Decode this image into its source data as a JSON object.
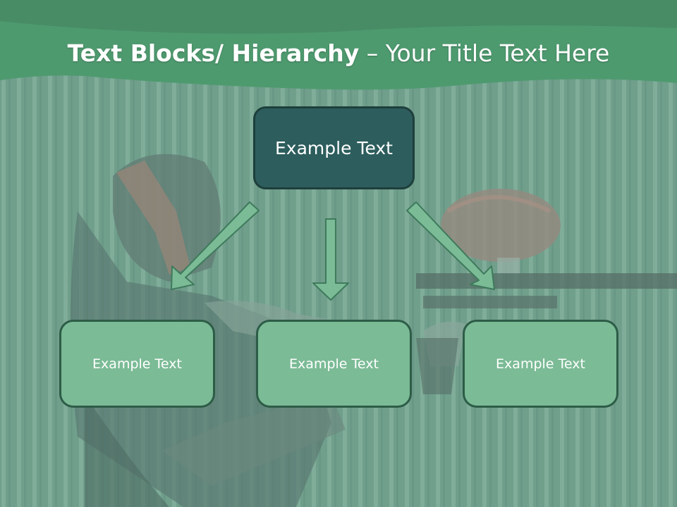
{
  "slide": {
    "title_bold": "Text Blocks/ Hierarchy",
    "title_rest": " – Your Title Text Here",
    "top_box_label": "Example Text",
    "child_boxes": [
      {
        "label": "Example Text"
      },
      {
        "label": "Example Text"
      },
      {
        "label": "Example Text"
      }
    ]
  },
  "colors": {
    "header_band": "#4e9a6f",
    "top_box": "#2d5d5d",
    "child_box": "#7bbb96",
    "arrow": "#7bbb96"
  }
}
